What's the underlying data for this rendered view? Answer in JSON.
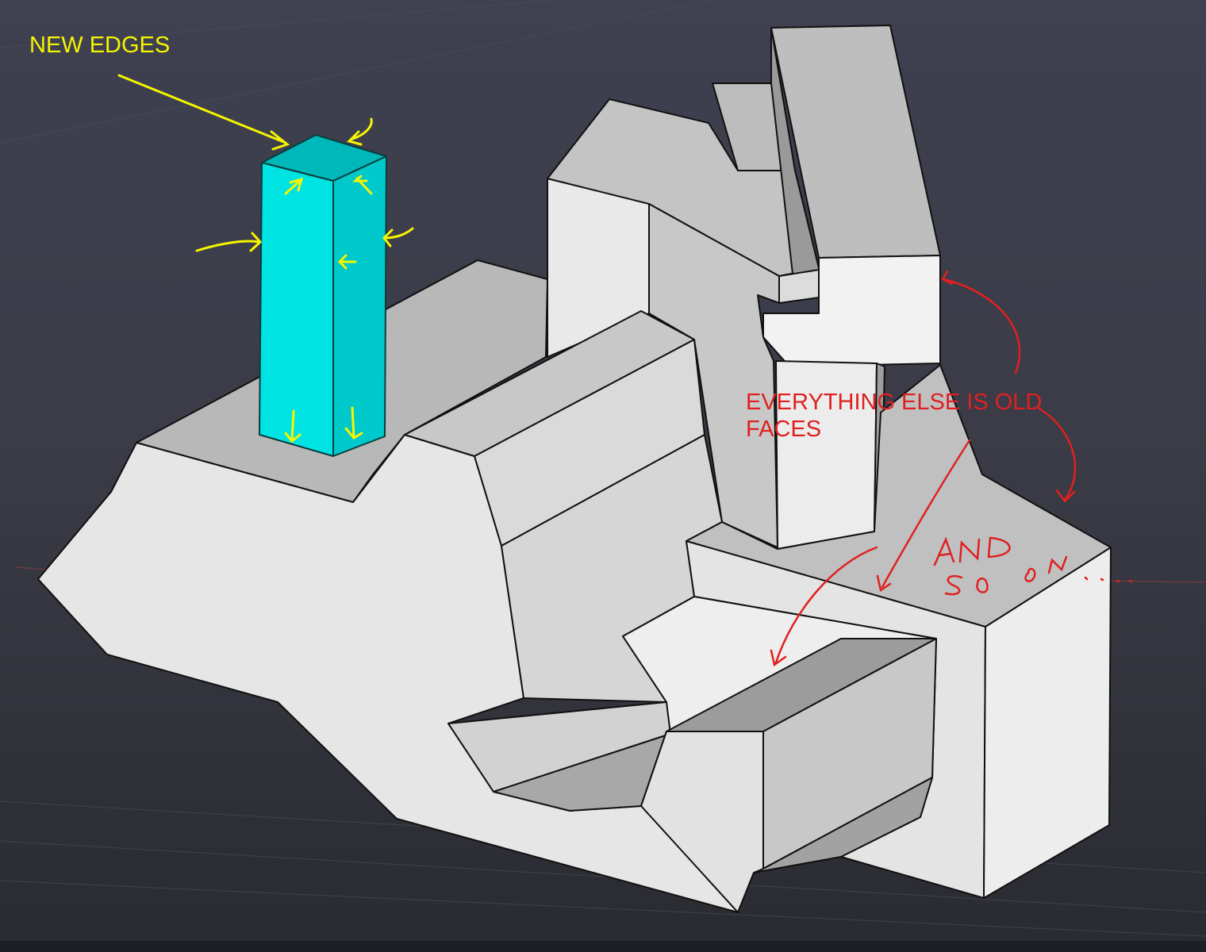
{
  "annotations": {
    "new_edges": "NEW EDGES",
    "old_faces": [
      "EVERYTHING ELSE IS OLD",
      "FACES"
    ],
    "handwritten_note": "AND SO ON...."
  },
  "colors": {
    "new_geometry": "#00e0e0",
    "new_annotation": "#f5f500",
    "old_annotation": "#e02020",
    "face_light": "#e6e6e6",
    "face_mid": "#c8c8c8",
    "face_dark": "#9a9a9a",
    "background": "#3e3f4b"
  },
  "icons": {
    "new_edge_markers": "arrow-icon",
    "old_face_markers": "arrow-icon"
  }
}
